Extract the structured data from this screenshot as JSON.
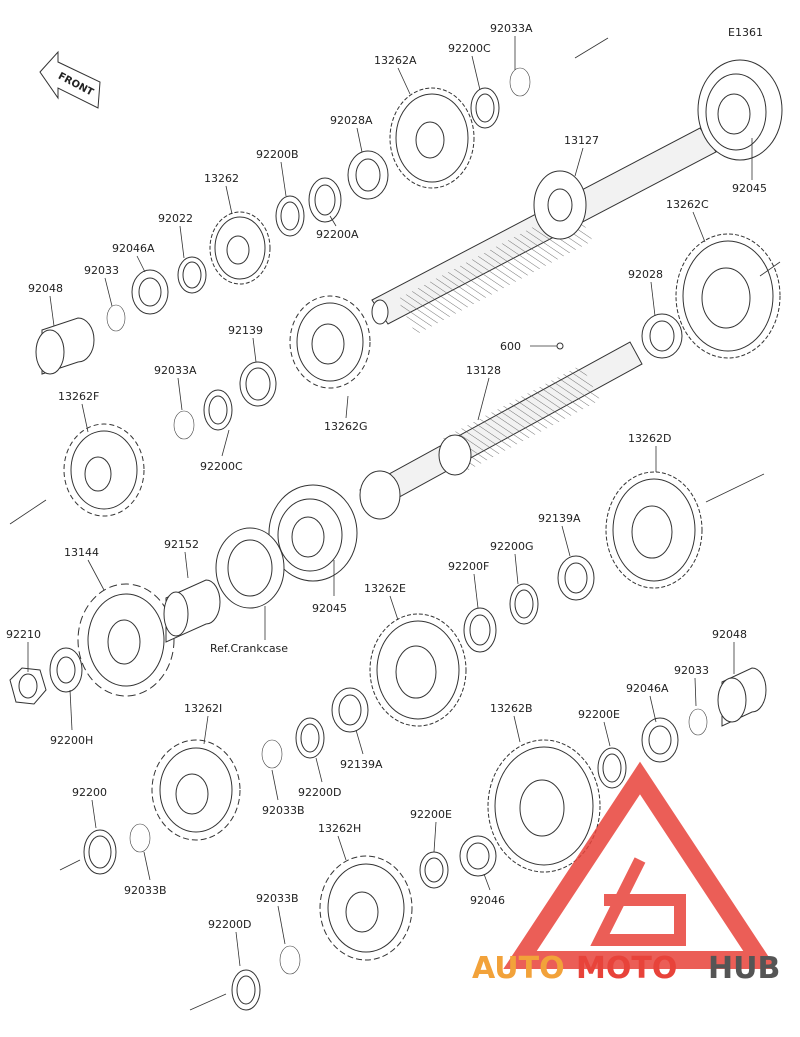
{
  "diagram_code": "E1361",
  "front_label": "FRONT",
  "ref_crankcase": "Ref.Crankcase",
  "watermark": {
    "auto": "AUTO",
    "moto": "MOTO",
    "hub": "HUB",
    "colors": {
      "triangle": "#e8433a",
      "auto": "#f2a23a",
      "moto": "#e8433a",
      "hub": "#555555"
    }
  },
  "parts": {
    "p92033A_top": "92033A",
    "p92200C_top": "92200C",
    "p13262A": "13262A",
    "p92028A": "92028A",
    "p13127": "13127",
    "p92200B": "92200B",
    "p13262": "13262",
    "p92022": "92022",
    "p92046A_top": "92046A",
    "p92033_top": "92033",
    "p92048_top": "92048",
    "p92200A": "92200A",
    "p92045_top": "92045",
    "p13262C": "13262C",
    "p92028": "92028",
    "p600": "600",
    "p92139": "92139",
    "p13262G": "13262G",
    "p92033A_mid": "92033A",
    "p13128": "13128",
    "p13262F": "13262F",
    "p92200C_mid": "92200C",
    "p13262D": "13262D",
    "p13144": "13144",
    "p92152": "92152",
    "p92045_mid": "92045",
    "p92139A_right": "92139A",
    "p92200G": "92200G",
    "p92200F": "92200F",
    "p13262E": "13262E",
    "p92210": "92210",
    "p92048_right": "92048",
    "p92033_right": "92033",
    "p92046A_right": "92046A",
    "p92200H": "92200H",
    "p13262I": "13262I",
    "p92139A_mid": "92139A",
    "p92200D_mid": "92200D",
    "p92033B_mid": "92033B",
    "p13262B": "13262B",
    "p92200E_right": "92200E",
    "p92200": "92200",
    "p92033B_left": "92033B",
    "p92200E_mid": "92200E",
    "p92046": "92046",
    "p13262H": "13262H",
    "p92033B_bot": "92033B",
    "p92200D_bot": "92200D"
  }
}
